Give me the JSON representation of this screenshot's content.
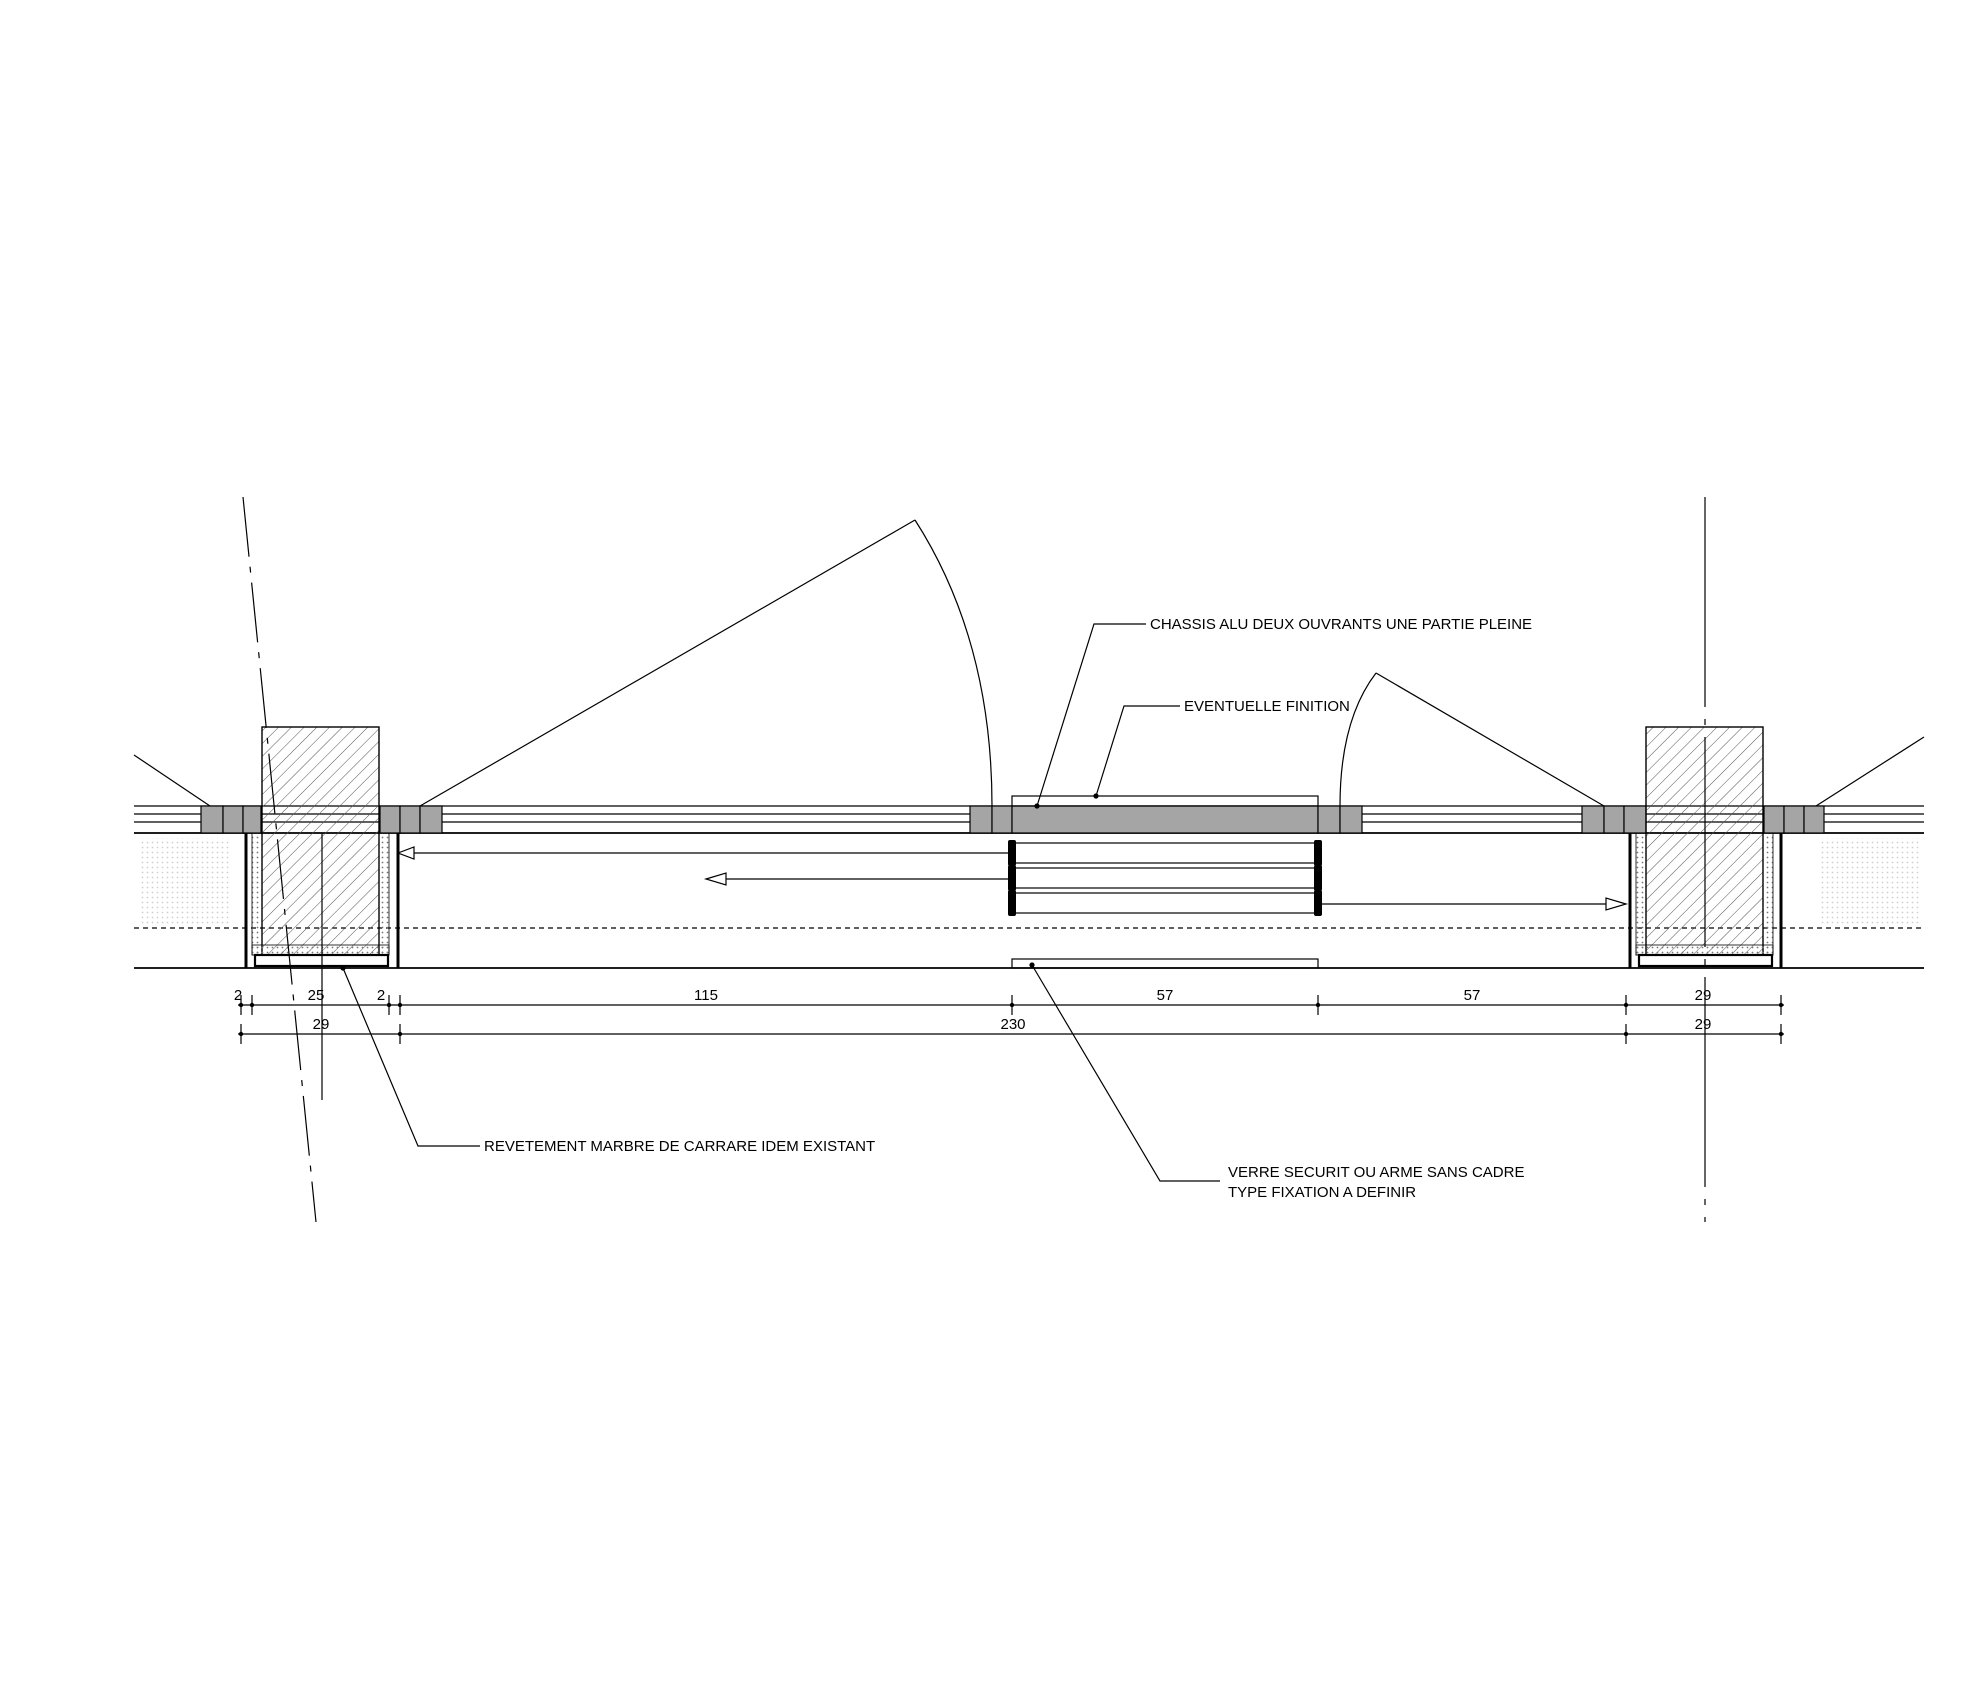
{
  "annotations": {
    "chassis": "CHASSIS ALU DEUX OUVRANTS UNE PARTIE PLEINE",
    "finition": "EVENTUELLE FINITION",
    "revetement": "REVETEMENT MARBRE DE CARRARE IDEM EXISTANT",
    "verre_line1": "VERRE SECURIT OU ARME SANS CADRE",
    "verre_line2": "TYPE FIXATION A DEFINIR"
  },
  "dimensions": {
    "row1": [
      "2",
      "25",
      "2",
      "115",
      "57",
      "57",
      "29"
    ],
    "row2": [
      "29",
      "230",
      "29"
    ]
  },
  "colors": {
    "line": "#000000",
    "frame_fill": "#a5a5a5",
    "background": "#ffffff"
  }
}
